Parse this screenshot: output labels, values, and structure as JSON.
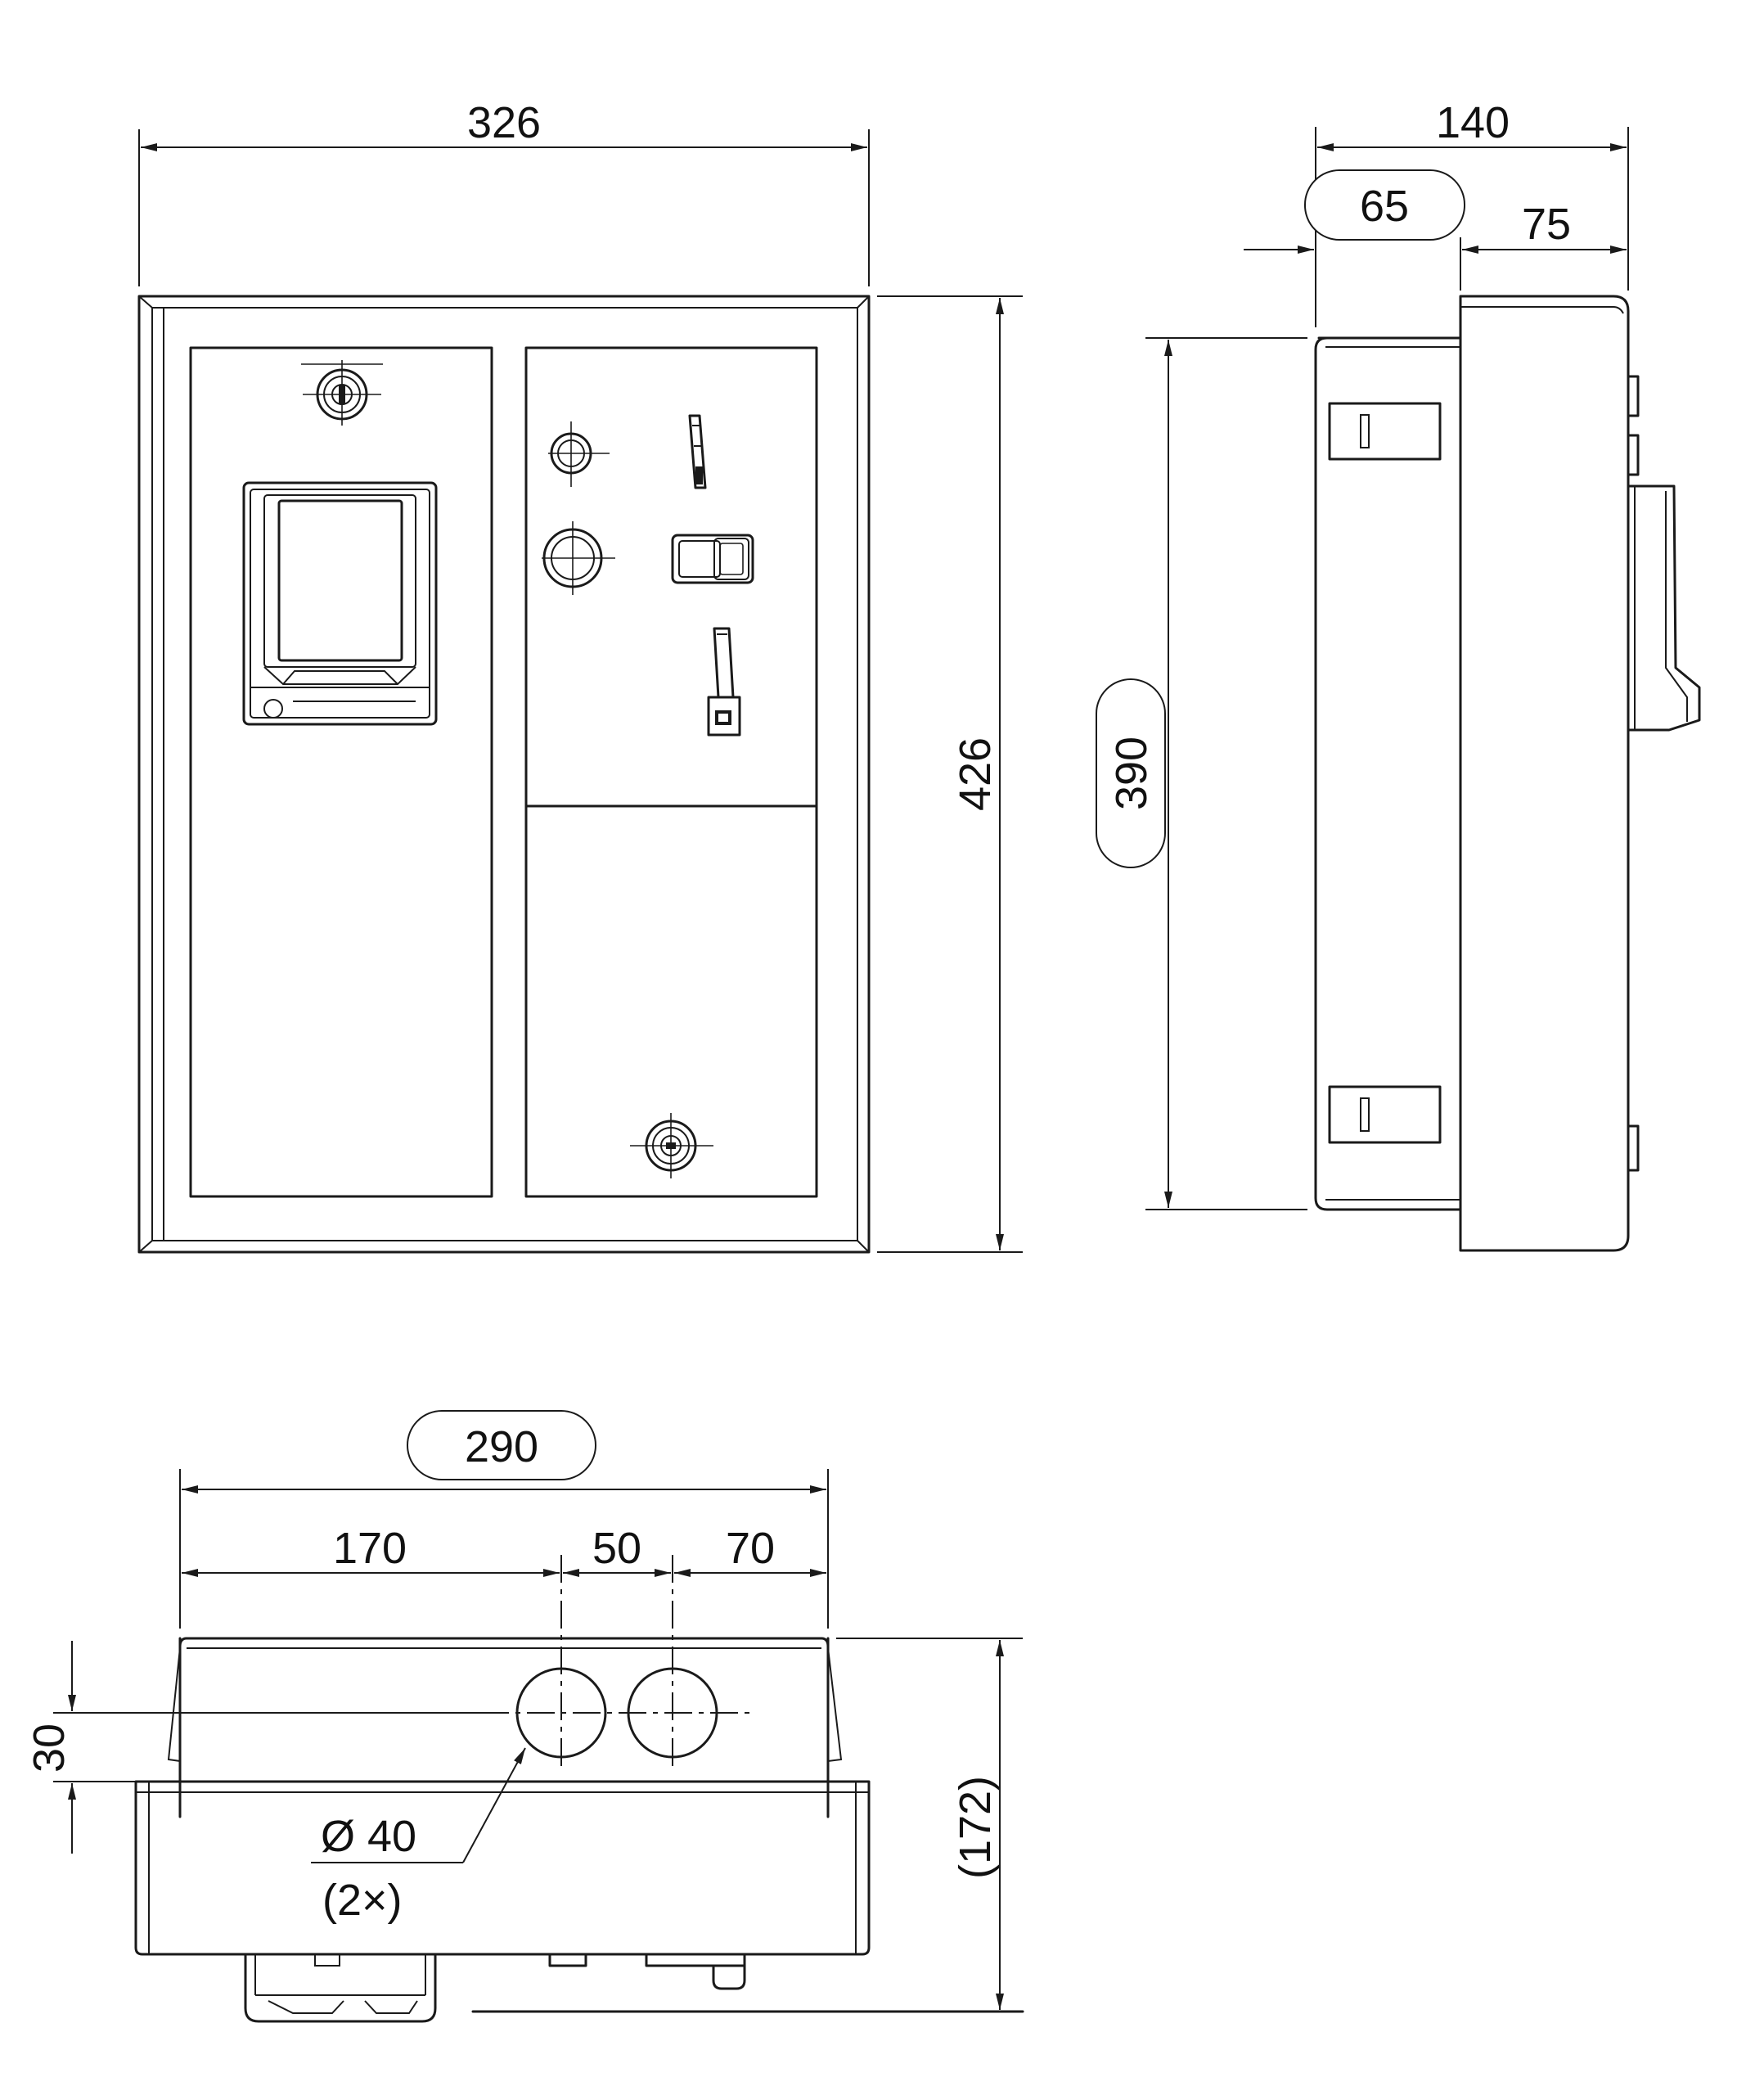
{
  "front_view": {
    "width_dim": "326",
    "height_dim": "426"
  },
  "side_view": {
    "depth_total_dim": "140",
    "depth_front_dim": "65",
    "depth_rear_dim": "75",
    "height_dim": "390"
  },
  "bottom_view": {
    "width_dim": "290",
    "offset_dim": "170",
    "spacing_dim": "50",
    "edge_dim": "70",
    "vertical_offset_dim": "30",
    "hole_diameter_dim": "Ø 40",
    "hole_count_dim": "(2×)",
    "depth_dim": "(172)"
  },
  "colors": {
    "line": "#1a1a1a",
    "background": "#ffffff"
  }
}
